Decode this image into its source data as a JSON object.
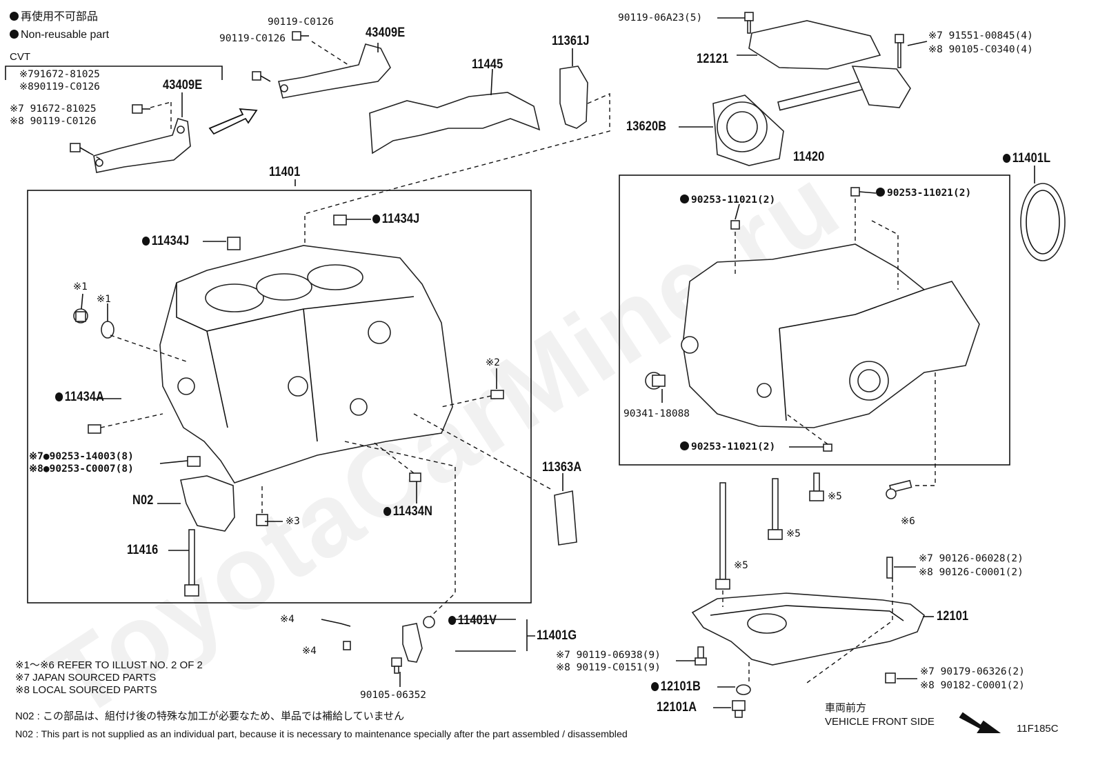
{
  "legend": {
    "nonreusable_jp": "再使用不可部品",
    "nonreusable_en": "Non-reusable part",
    "cvt": "CVT"
  },
  "watermark": "ToyotaCarMine.ru",
  "diagram_code": "11F185C",
  "vehicle_front_jp": "車両前方",
  "vehicle_front_en": "VEHICLE FRONT SIDE",
  "notes": {
    "refer": "※1～※6  REFER TO ILLUST NO. 2 OF 2",
    "japan": "※7  JAPAN SOURCED PARTS",
    "local": "※8  LOCAL SOURCED PARTS",
    "n02_jp": "N02 : この部品は、組付け後の特殊な加工が必要なため、単品では補給していません",
    "n02_en": "N02 : This part is not supplied as an individual part, because it is necessary to maintenance specially after the part assembled / disassembled"
  },
  "labels": {
    "cvt_7a": "※791672-81025",
    "cvt_8a": "※890119-C0126",
    "cvt_7b": "※7 91672-81025",
    "cvt_8b": "※8 90119-C0126",
    "p43409E_a": "43409E",
    "p43409E_b": "43409E",
    "p90119_C0126_a": "90119-C0126",
    "p90119_C0126_b": "90119-C0126",
    "p11445": "11445",
    "p11361J": "11361J",
    "p11401": "11401",
    "p11434J_a": "11434J",
    "p11434J_b": "11434J",
    "mark1a": "※1",
    "mark1b": "※1",
    "p11434A": "11434A",
    "mark2": "※2",
    "p90253_14003": "※7●90253-14003(8)",
    "p90253_C0007": "※8●90253-C0007(8)",
    "pN02": "N02",
    "mark3": "※3",
    "p11434N": "11434N",
    "p11416": "11416",
    "p11363A": "11363A",
    "p90119_06A23": "90119-06A23(5)",
    "p12121": "12121",
    "p91551": "※7  91551-00845(4)",
    "p90105_C0340": "※8  90105-C0340(4)",
    "p13620B": "13620B",
    "p11420": "11420",
    "p11401L": "11401L",
    "p90253_11021_a": "90253-11021(2)",
    "p90253_11021_b": "90253-11021(2)",
    "p90253_11021_c": "90253-11021(2)",
    "p90341": "90341-18088",
    "mark5a": "※5",
    "mark5b": "※5",
    "mark5c": "※5",
    "mark6": "※6",
    "p90126_06028": "※7  90126-06028(2)",
    "p90126_C0001": "※8  90126-C0001(2)",
    "p12101": "12101",
    "p90119_06938": "※7  90119-06938(9)",
    "p90119_C0151": "※8  90119-C0151(9)",
    "p12101B": "12101B",
    "p12101A": "12101A",
    "p90179": "※7  90179-06326(2)",
    "p90182": "※8  90182-C0001(2)",
    "mark4a": "※4",
    "mark4b": "※4",
    "p11401V": "11401V",
    "p11401G": "11401G",
    "p90105_06352": "90105-06352"
  }
}
